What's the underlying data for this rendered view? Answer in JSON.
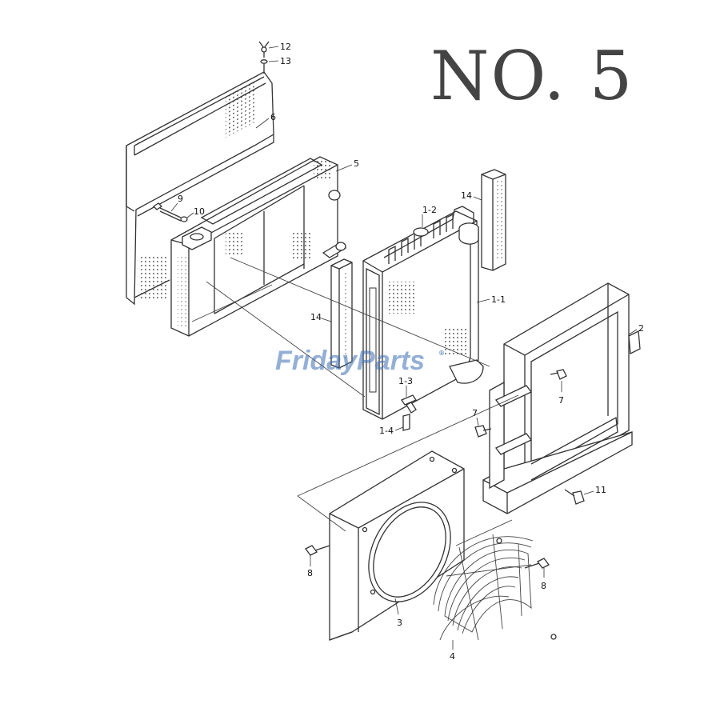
{
  "title": "NO. 5",
  "watermark": {
    "brand": "FridayParts",
    "reg": "®",
    "color_primary": "#3d6fb3",
    "color_accent": "#f2a21e"
  },
  "callouts": [
    {
      "id": "c12",
      "text": "12"
    },
    {
      "id": "c13",
      "text": "13"
    },
    {
      "id": "c6",
      "text": "6"
    },
    {
      "id": "c5",
      "text": "5"
    },
    {
      "id": "c9",
      "text": "9"
    },
    {
      "id": "c10",
      "text": "10"
    },
    {
      "id": "c14a",
      "text": "14"
    },
    {
      "id": "c1_2",
      "text": "1-2"
    },
    {
      "id": "c1_1",
      "text": "1-1"
    },
    {
      "id": "c14b",
      "text": "14"
    },
    {
      "id": "c2",
      "text": "2"
    },
    {
      "id": "c7a",
      "text": "7"
    },
    {
      "id": "c1_3",
      "text": "1-3"
    },
    {
      "id": "c1_4",
      "text": "1-4"
    },
    {
      "id": "c7b",
      "text": "7"
    },
    {
      "id": "c11",
      "text": "11"
    },
    {
      "id": "c8a",
      "text": "8"
    },
    {
      "id": "c8b",
      "text": "8"
    },
    {
      "id": "c3",
      "text": "3"
    },
    {
      "id": "c4",
      "text": "4"
    }
  ]
}
